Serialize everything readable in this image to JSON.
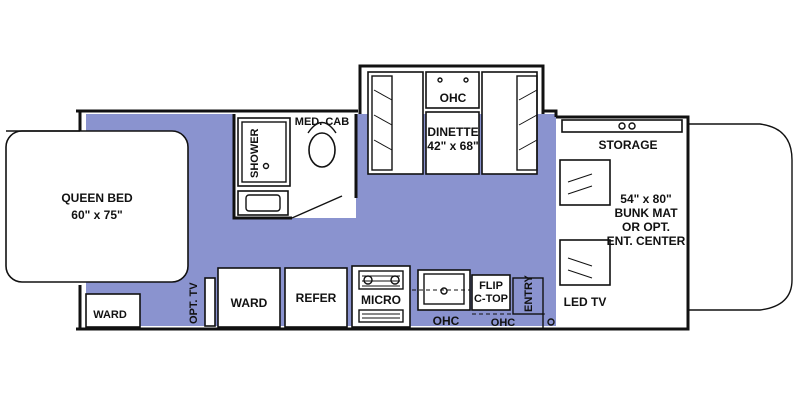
{
  "floorplan": {
    "floor_color": "#8a93cf",
    "labels": {
      "queen_bed": "QUEEN BED",
      "queen_bed_size": "60\" x 75\"",
      "ward_left": "WARD",
      "opt_tv": "OPT. TV",
      "ward": "WARD",
      "refer": "REFER",
      "micro": "MICRO",
      "ohc_sink": "OHC",
      "flip": "FLIP",
      "ctop": "C-TOP",
      "ohc_flip": "OHC",
      "entry": "ENTRY",
      "shower": "SHOWER",
      "med_cab": "MED. CAB",
      "ohc_dinette": "OHC",
      "dinette": "DINETTE",
      "dinette_size": "42\" x 68\"",
      "storage": "STORAGE",
      "bunk_1": "54\" x 80\"",
      "bunk_2": "BUNK MAT",
      "bunk_3": "OR OPT.",
      "bunk_4": "ENT. CENTER",
      "led_tv": "LED TV"
    }
  }
}
